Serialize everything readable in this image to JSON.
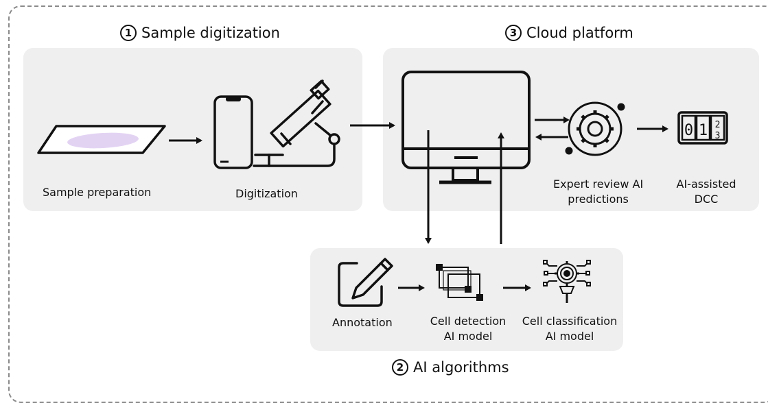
{
  "sections": {
    "digitization": {
      "number": "1",
      "title": "Sample digitization"
    },
    "ai": {
      "number": "2",
      "title": "AI algorithms"
    },
    "cloud": {
      "number": "3",
      "title": "Cloud platform"
    }
  },
  "steps": {
    "sample_preparation": "Sample preparation",
    "digitization": "Digitization",
    "expert_review_l1": "Expert review AI",
    "expert_review_l2": "predictions",
    "ai_dcc_l1": "AI-assisted",
    "ai_dcc_l2": "DCC",
    "annotation": "Annotation",
    "cell_detection_l1": "Cell detection",
    "cell_detection_l2": "AI model",
    "cell_class_l1": "Cell classification",
    "cell_class_l2": "AI model"
  },
  "counter_digits": [
    "0",
    "1",
    "2",
    "3"
  ],
  "colors": {
    "panel": "#efefef",
    "stroke": "#111111",
    "smear": "#e3d3f3",
    "dashed_border": "#8a8a8a"
  },
  "icons": [
    "slide-icon",
    "smartphone-icon",
    "microscope-icon",
    "monitor-icon",
    "gear-icon",
    "counter-icon",
    "pencil-icon",
    "bounding-box-icon",
    "ai-chip-icon"
  ]
}
